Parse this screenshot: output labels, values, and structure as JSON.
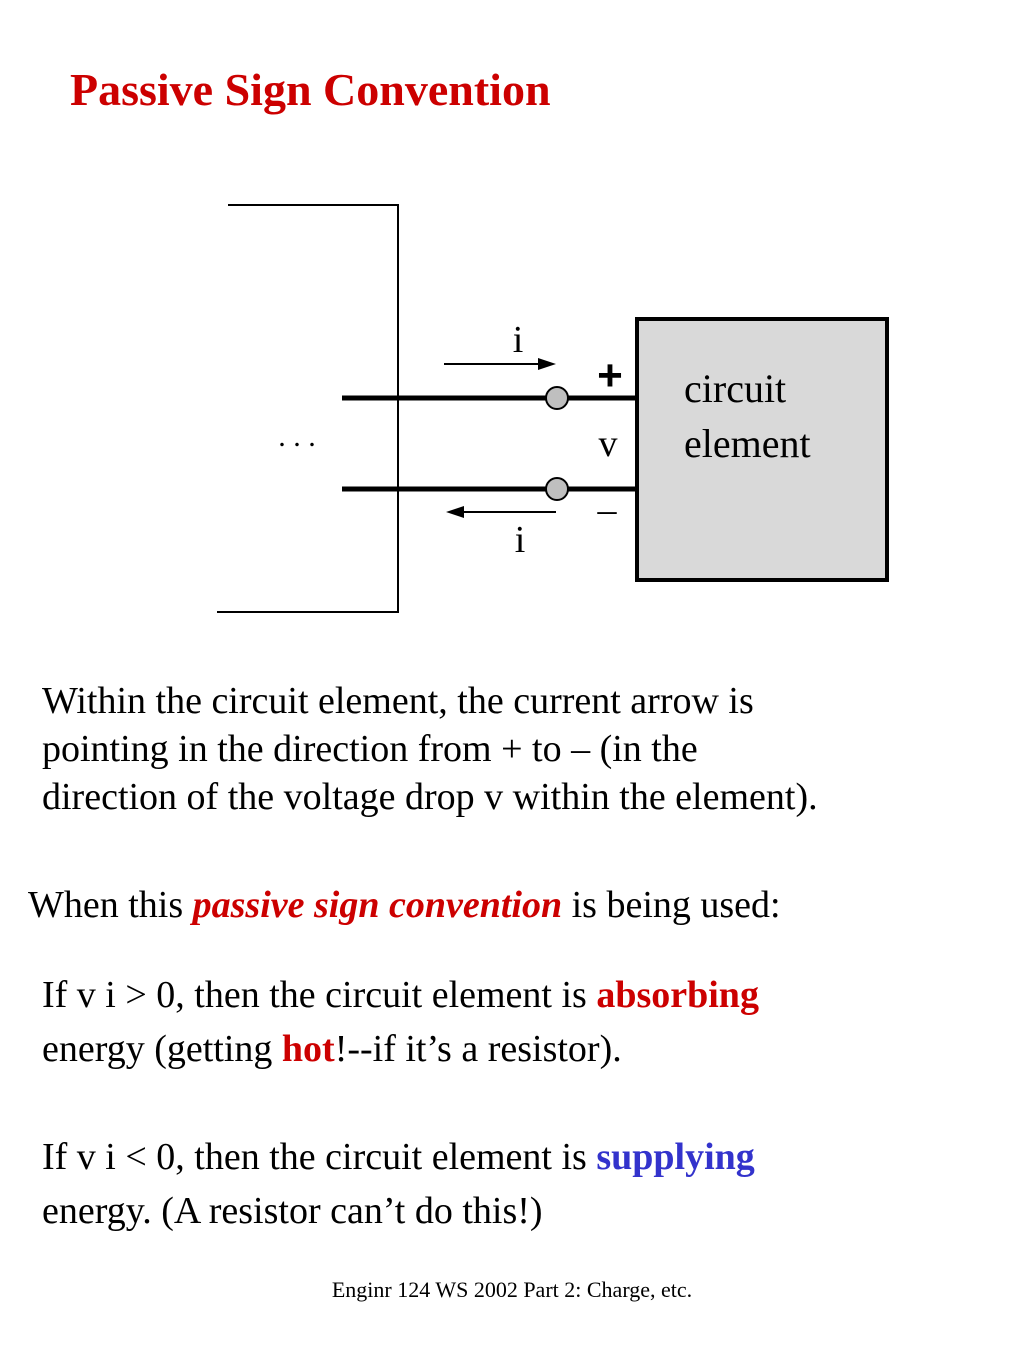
{
  "title": "Passive Sign Convention",
  "colors": {
    "title": "#cc0000",
    "hot": "#cc0000",
    "supply": "#3333cc",
    "element_fill": "#d9d9d9",
    "terminal_fill": "#bfbfbf"
  },
  "diagram": {
    "current_top": "i",
    "current_bottom": "i",
    "plus": "+",
    "minus": "–",
    "voltage": "v",
    "ellipsis": ". . .",
    "element_line1": "circuit",
    "element_line2": "element"
  },
  "paragraph1": {
    "line1": "Within the circuit element, the current arrow is",
    "line2": "pointing in the direction from + to – (in the",
    "line3": "direction of the voltage drop v within the element)."
  },
  "when": {
    "before": "When this ",
    "emphasis": "passive sign convention",
    "after": " is being used:"
  },
  "case_positive": {
    "line1_before": "If  v i  > 0, then the circuit element is ",
    "line1_highlight": "absorbing",
    "line2_before": "energy (getting ",
    "line2_highlight": "hot",
    "line2_after": "!--if it’s a resistor)."
  },
  "case_negative": {
    "line1_before": "If  v i  <  0, then the circuit element is ",
    "line1_highlight": "supplying",
    "line2": "energy. (A resistor can’t do this!)"
  },
  "footer": "Enginr 124 WS 2002  Part 2: Charge, etc."
}
